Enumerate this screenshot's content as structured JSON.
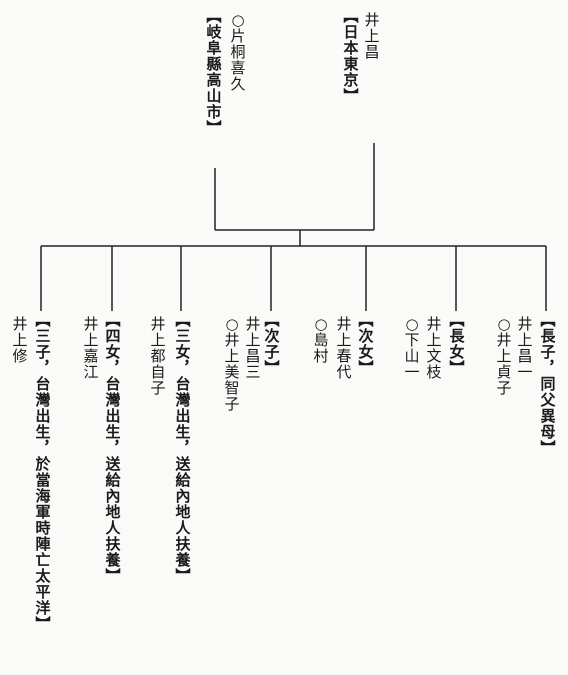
{
  "parents": {
    "father": {
      "name": "井上昌",
      "place": "日本東京"
    },
    "mother": {
      "name": "○片桐喜久",
      "place": "岐阜縣高山市"
    }
  },
  "children": [
    {
      "id": "c1",
      "note": "長子，同父異母",
      "names": [
        "井上昌一",
        "○井上貞子"
      ]
    },
    {
      "id": "c2",
      "note": "長女",
      "names": [
        "井上文枝",
        "○下山一"
      ]
    },
    {
      "id": "c3",
      "note": "次女",
      "names": [
        "井上春代",
        "○島村"
      ]
    },
    {
      "id": "c4",
      "note": "次子",
      "names": [
        "井上昌三",
        "○井上美智子"
      ]
    },
    {
      "id": "c5",
      "note": "三女，台灣出生，送給內地人扶養",
      "names": [
        "井上都自子"
      ]
    },
    {
      "id": "c6",
      "note": "四女，台灣出生，送給內地人扶養",
      "names": [
        "井上嘉江"
      ]
    },
    {
      "id": "c7",
      "note": "三子，台灣出生，於當海軍時陣亡太平洋",
      "names": [
        "井上修"
      ]
    }
  ]
}
